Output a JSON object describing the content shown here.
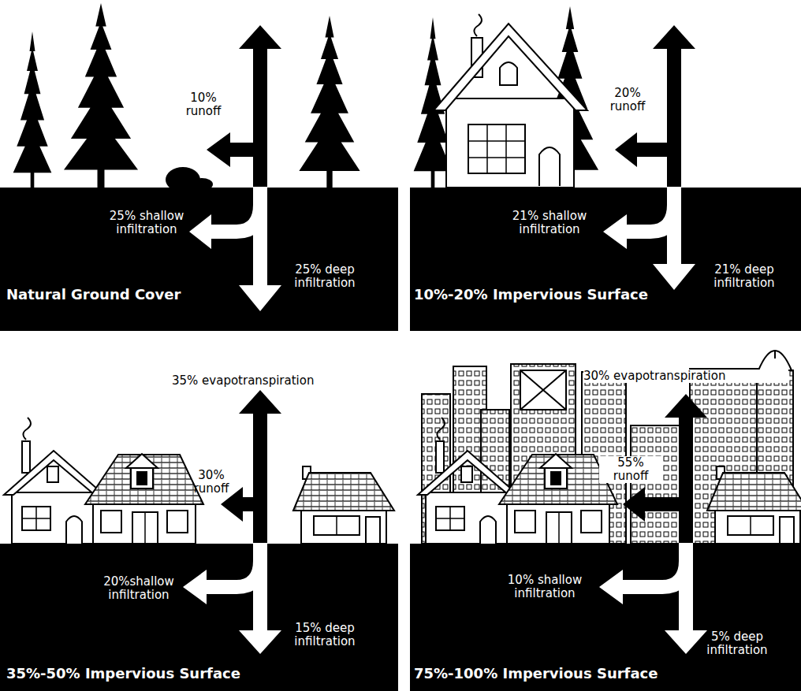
{
  "diagram": {
    "nodes": [
      {
        "text": [
          "10% runoff",
          "25% shallow infiltration",
          "25% deep infiltration",
          "Natural Ground Cover"
        ]
      },
      {
        "text": [
          "20% runoff",
          "21% shallow infiltration",
          "21% deep infiltration",
          "10%-20% Impervious Surface"
        ]
      },
      {
        "text": [
          "35% evapotranspiration",
          "30% runoff",
          "20%shallow infiltration",
          "15% deep infiltration",
          "35%-50% Impervious Surface"
        ]
      },
      {
        "text": [
          "30% evapotranspiration",
          "55% runoff",
          "10% shallow infiltration",
          "5% deep infiltration",
          "75%-100% Impervious Surface"
        ]
      }
    ]
  }
}
